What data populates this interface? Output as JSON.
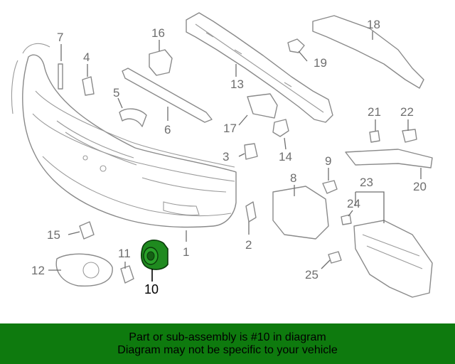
{
  "callouts": {
    "c1": "1",
    "c2": "2",
    "c3": "3",
    "c4": "4",
    "c5": "5",
    "c6": "6",
    "c7": "7",
    "c8": "8",
    "c9": "9",
    "c10": "10",
    "c11": "11",
    "c12": "12",
    "c13": "13",
    "c14": "14",
    "c15": "15",
    "c16": "16",
    "c17": "17",
    "c18": "18",
    "c19": "19",
    "c20": "20",
    "c21": "21",
    "c22": "22",
    "c23": "23",
    "c24": "24",
    "c25": "25"
  },
  "highlighted_part": "10",
  "highlight_color": "#1f8a1f",
  "banner": {
    "background": "#0e7a0e",
    "line1": "Part or sub-assembly is #10 in diagram",
    "line2": "Diagram may not be specific to your vehicle"
  }
}
